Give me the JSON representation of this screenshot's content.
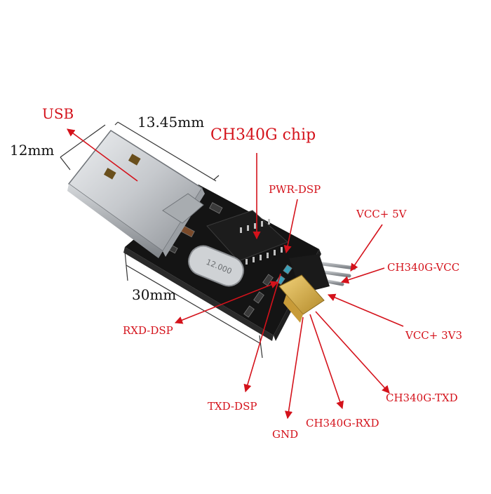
{
  "labels": {
    "usb": "USB",
    "dim_width": "13.45mm",
    "dim_height": "12mm",
    "dim_length": "30mm",
    "chip": "CH340G chip",
    "pwr_dsp": "PWR-DSP",
    "vcc_5v": "VCC+ 5V",
    "ch340g_vcc": "CH340G-VCC",
    "vcc_3v3": "VCC+ 3V3",
    "rxd_dsp": "RXD-DSP",
    "txd_dsp": "TXD-DSP",
    "gnd": "GND",
    "ch340g_rxd": "CH340G-RXD",
    "ch340g_txd": "CH340G-TXD",
    "crystal": "12.000"
  },
  "colors": {
    "annotation": "#d4121b",
    "board": "#141414",
    "usb_metal": "#c9ccd0",
    "header_pins": "#b8bcc0",
    "jumper": "#d9b24a",
    "text_dark": "#111111"
  }
}
